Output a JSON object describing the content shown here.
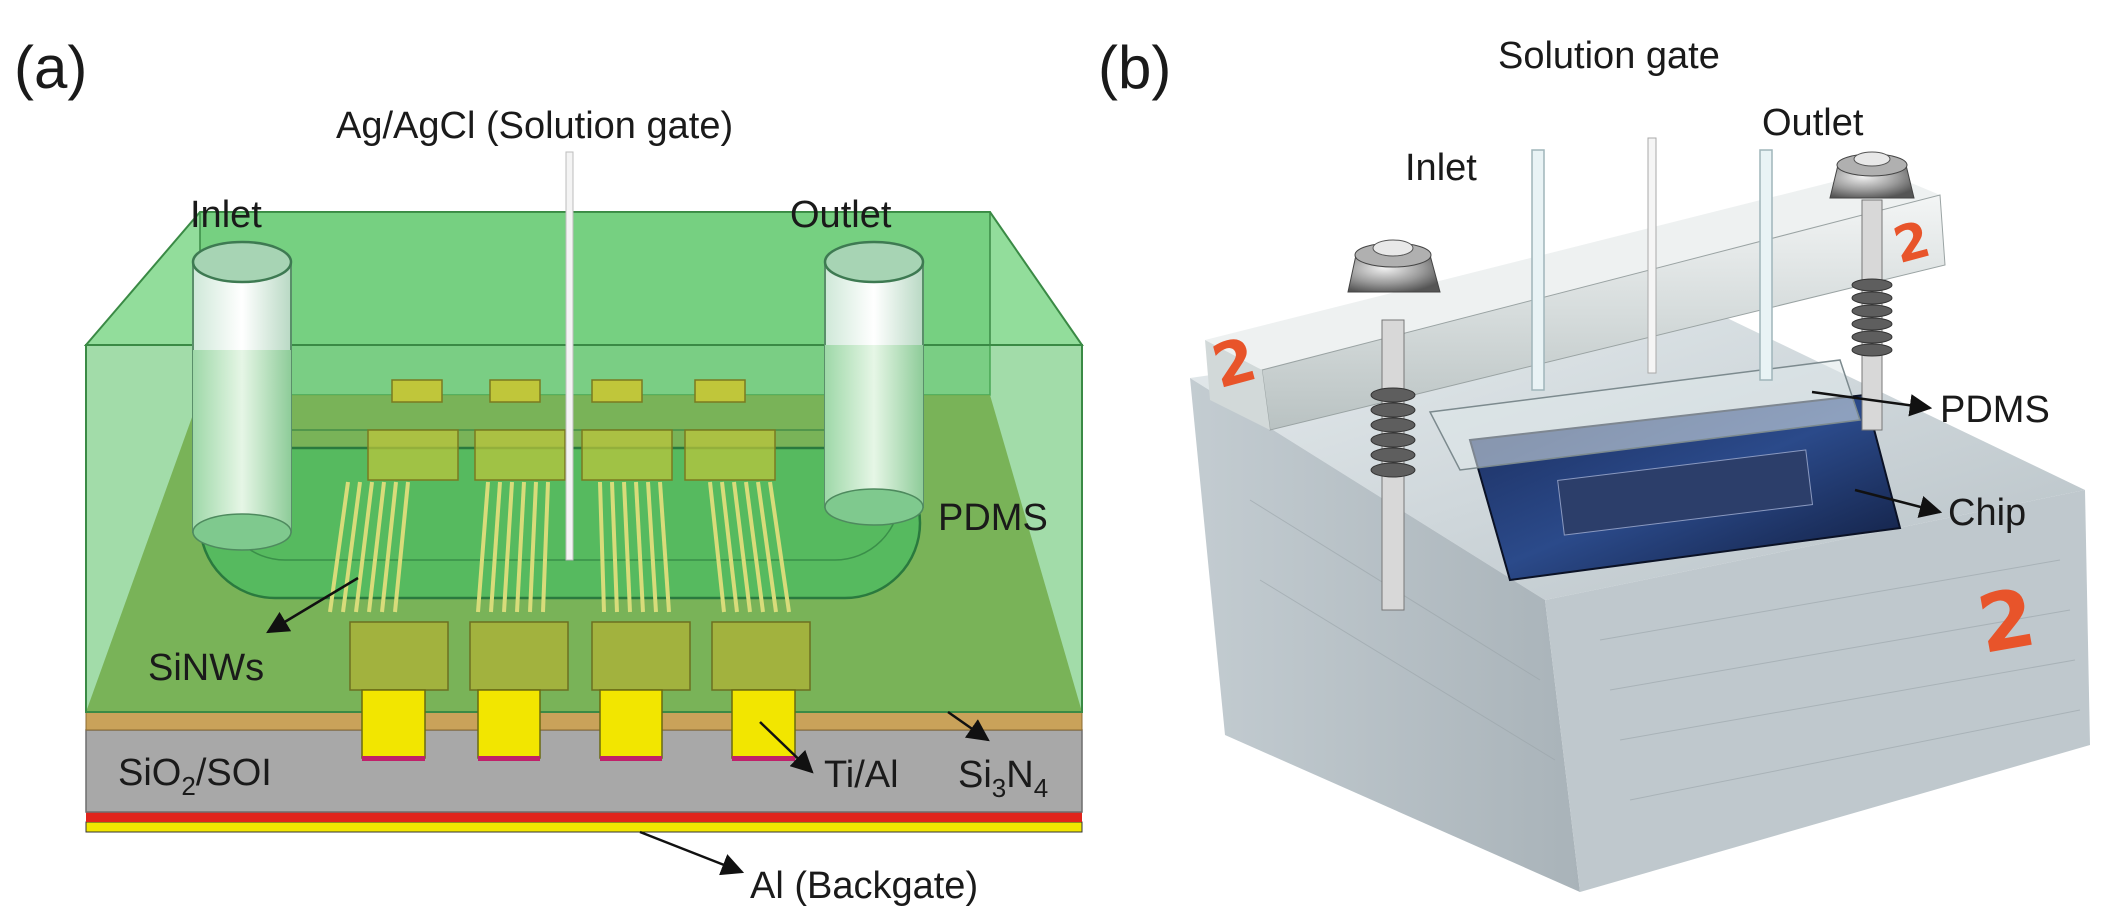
{
  "panel_a": {
    "panel_label": "(a)",
    "labels": {
      "electrode": "Ag/AgCl (Solution gate)",
      "inlet": "Inlet",
      "outlet": "Outlet",
      "pdms": "PDMS",
      "sinws": "SiNWs",
      "substrate_main": "SiO",
      "substrate_sub": "2",
      "substrate_rest": "/SOI",
      "contact": "Ti/Al",
      "nitride_main": "Si",
      "nitride_sub1": "3",
      "nitride_n": "N",
      "nitride_sub2": "4",
      "backgate": "Al (Backgate)"
    }
  },
  "panel_b": {
    "panel_label": "(b)",
    "labels": {
      "solution_gate": "Solution gate",
      "inlet": "Inlet",
      "outlet": "Outlet",
      "pdms": "PDMS",
      "chip": "Chip"
    },
    "handwritten_marks": [
      "2",
      "2",
      "2"
    ]
  },
  "colors": {
    "pdms_green": "#4cc45a",
    "gold_layer": "#c9a25a",
    "ti_al_yellow": "#f2e600",
    "substrate_gray": "#a8a8a8",
    "backgate_red": "#e0241c",
    "marker_orange": "#e8542a"
  }
}
